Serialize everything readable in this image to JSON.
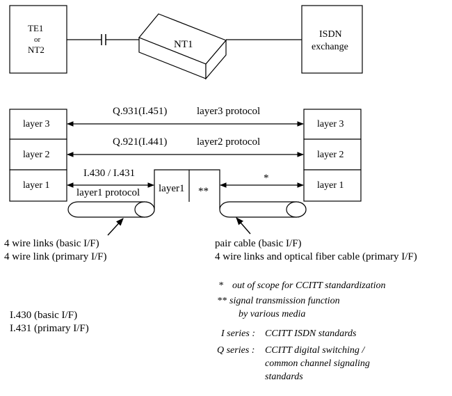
{
  "top": {
    "te1_lines": [
      "TE1",
      "or",
      "NT2"
    ],
    "nt1_label": "NT1",
    "exchange_lines": [
      "ISDN",
      "exchange"
    ]
  },
  "layers": {
    "left": [
      "layer 3",
      "layer 2",
      "layer 1"
    ],
    "right": [
      "layer 3",
      "layer 2",
      "layer 1"
    ]
  },
  "protocols": {
    "l3_standard": "Q.931(I.451)",
    "l3_protocol": "layer3 protocol",
    "l2_standard": "Q.921(I.441)",
    "l2_protocol": "layer2 protocol",
    "l1_standard": "I.430 / I.431",
    "l1_protocol": "layer1 protocol",
    "nt1_layer1": "layer1",
    "nt1_mark": "**",
    "right_mark": "*"
  },
  "cables": {
    "left_line1": "4 wire links (basic I/F)",
    "left_line2": "4 wire link (primary I/F)",
    "right_line1": "pair cable (basic I/F)",
    "right_line2": "4 wire links and optical fiber cable (primary I/F)"
  },
  "notes": {
    "star_mark": "*",
    "star_text": "out of scope for CCITT standardization",
    "dstar_mark": "**",
    "dstar_text1": "signal transmission function",
    "dstar_text2": "by various media",
    "i_series_label": "I series :",
    "i_series_text": "CCITT ISDN standards",
    "q_series_label": "Q series :",
    "q_series_text1": "CCITT digital switching /",
    "q_series_text2": "common channel signaling",
    "q_series_text3": "standards"
  },
  "bottom_left": {
    "line1": "I.430 (basic I/F)",
    "line2": "I.431 (primary I/F)"
  }
}
